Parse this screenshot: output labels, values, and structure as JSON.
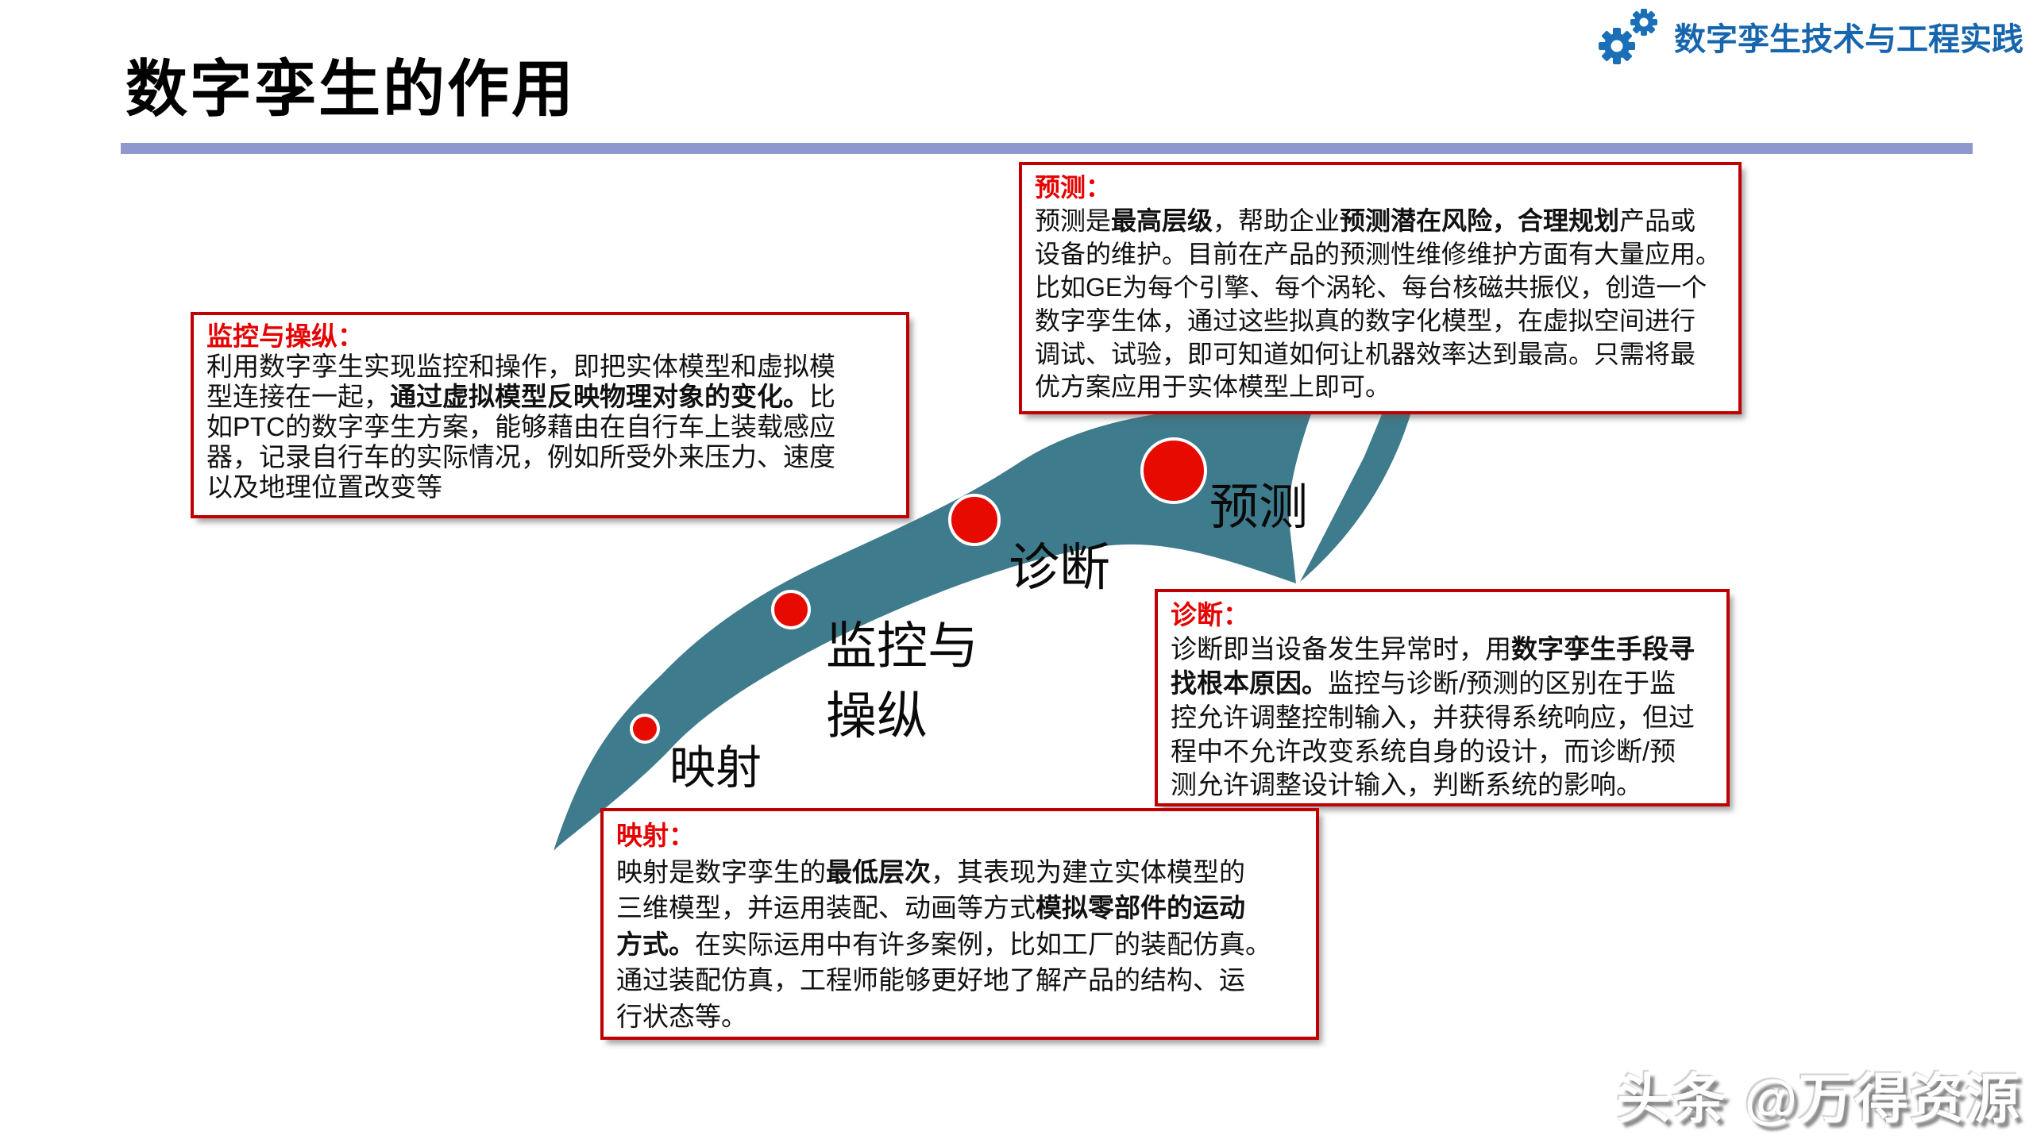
{
  "logo": {
    "title": "数字孪生技术与工程实践",
    "color": "#1766ad"
  },
  "page_title": "数字孪生的作用",
  "divider_color": "#8f98ce",
  "arrow": {
    "color": "#3e7b8c",
    "dot_color": "#e60a00"
  },
  "stages": [
    {
      "label": "映射"
    },
    {
      "label_line1": "监控与",
      "label_line2": "操纵"
    },
    {
      "label": "诊断"
    },
    {
      "label": "预测"
    }
  ],
  "boxes": {
    "monitor": {
      "heading": "监控与操纵：",
      "segments": [
        {
          "t": "利用数字孪生实现监控和操作，即把实体模型和虚拟模\n型连接在一起，"
        },
        {
          "t": "通过虚拟模型反映物理对象的变化。",
          "b": true
        },
        {
          "t": "比\n如PTC的数字孪生方案，能够藉由在自行车上装载感应\n器，记录自行车的实际情况，例如所受外来压力、速度\n以及地理位置改变等"
        }
      ]
    },
    "predict": {
      "heading": "预测：",
      "segments": [
        {
          "t": "预测是"
        },
        {
          "t": "最高层级",
          "b": true
        },
        {
          "t": "，帮助企业"
        },
        {
          "t": "预测潜在风险，合理规划",
          "b": true
        },
        {
          "t": "产品或\n设备的维护。目前在产品的预测性维修维护方面有大量应用。\n比如GE为每个引擎、每个涡轮、每台核磁共振仪，创造一个\n数字孪生体，通过这些拟真的数字化模型，在虚拟空间进行\n调试、试验，即可知道如何让机器效率达到最高。只需将最\n优方案应用于实体模型上即可。"
        }
      ]
    },
    "diagnose": {
      "heading": "诊断：",
      "segments": [
        {
          "t": "诊断即当设备发生异常时，用"
        },
        {
          "t": "数字孪生手段寻\n找根本原因。",
          "b": true
        },
        {
          "t": "监控与诊断/预测的区别在于监\n控允许调整控制输入，并获得系统响应，但过\n程中不允许改变系统自身的设计，而诊断/预\n测允许调整设计输入，判断系统的影响。"
        }
      ]
    },
    "mapping": {
      "heading": "映射：",
      "segments": [
        {
          "t": "映射是数字孪生的"
        },
        {
          "t": "最低层次",
          "b": true
        },
        {
          "t": "，其表现为建立实体模型的\n三维模型，并运用装配、动画等方式"
        },
        {
          "t": "模拟零部件的运动\n方式。",
          "b": true
        },
        {
          "t": "在实际运用中有许多案例，比如工厂的装配仿真。\n通过装配仿真，工程师能够更好地了解产品的结构、运\n行状态等。"
        }
      ]
    }
  },
  "watermark": "头条 @万得资源"
}
